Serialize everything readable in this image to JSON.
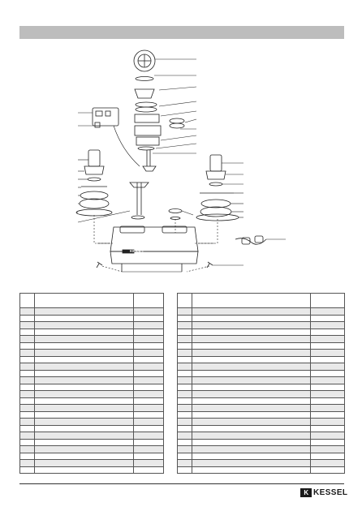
{
  "brand": {
    "logo_text": "KESSEL",
    "logo_mark": "K"
  },
  "diagram": {
    "unit_label": "KESSEL"
  },
  "parts_table": {
    "left_rows": 24,
    "right_rows": 24
  },
  "colors": {
    "header_bar": "#bdbdbd",
    "row_shade": "#e9e9e9",
    "line": "#555555"
  }
}
